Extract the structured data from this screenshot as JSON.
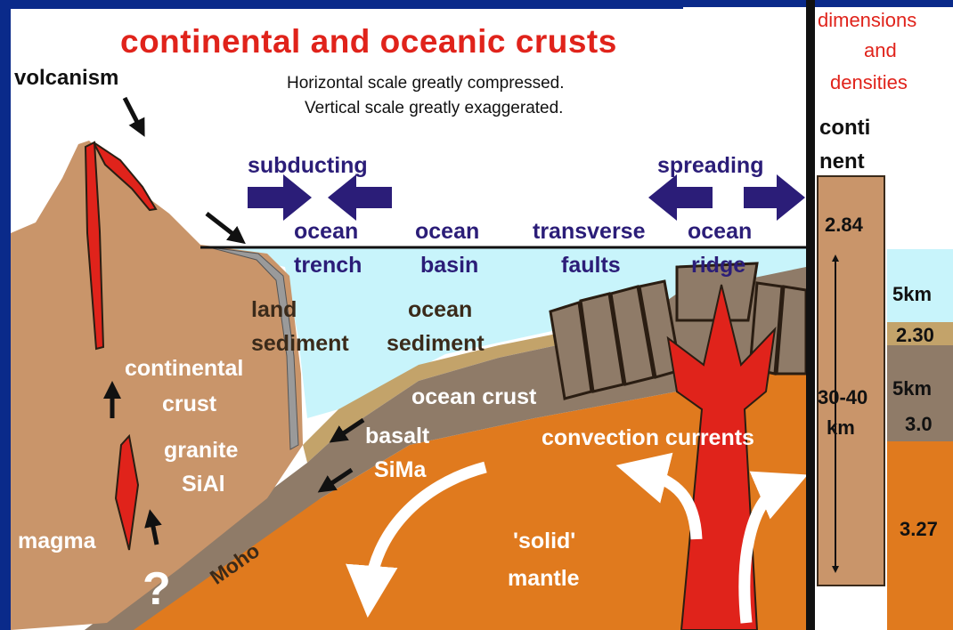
{
  "title": "continental and oceanic crusts",
  "scale_note": {
    "line1": "Horizontal scale greatly compressed.",
    "line2": "Vertical scale greatly exaggerated."
  },
  "labels": {
    "volcanism": "volcanism",
    "subducting": "subducting",
    "spreading": "spreading",
    "ocean_trench_1": "ocean",
    "ocean_trench_2": "trench",
    "ocean_basin_1": "ocean",
    "ocean_basin_2": "basin",
    "transverse_1": "transverse",
    "transverse_2": "faults",
    "ocean_ridge_1": "ocean",
    "ocean_ridge_2": "ridge",
    "land_sediment_1": "land",
    "land_sediment_2": "sediment",
    "ocean_sediment_1": "ocean",
    "ocean_sediment_2": "sediment",
    "continental_crust_1": "continental",
    "continental_crust_2": "crust",
    "ocean_crust": "ocean crust",
    "granite": "granite",
    "sial": "SiAl",
    "basalt": "basalt",
    "sima": "SiMa",
    "convection": "convection currents",
    "solid_1": "'solid'",
    "solid_2": "mantle",
    "magma": "magma",
    "moho": "Moho",
    "question": "?"
  },
  "side_panel": {
    "header_1": "dimensions",
    "header_2": "and",
    "header_3": "densities",
    "continent_1": "conti",
    "continent_2": "nent",
    "density_continent": "2.84",
    "thickness_continent_1": "30-40",
    "thickness_continent_2": "km",
    "ocean_water": "5km",
    "density_sediment": "2.30",
    "ocean_crust_thickness": "5km",
    "density_crust": "3.0",
    "density_mantle": "3.27"
  },
  "colors": {
    "frame": "#0a2a8a",
    "sky": "#ffffff",
    "water": "#c8f4fb",
    "continent": "#c9956a",
    "ocean_crust": "#8f7b68",
    "sediment": "#c3a36a",
    "mantle": "#e07a1e",
    "magma": "#e0231b",
    "arrow": "#2b1d78"
  }
}
